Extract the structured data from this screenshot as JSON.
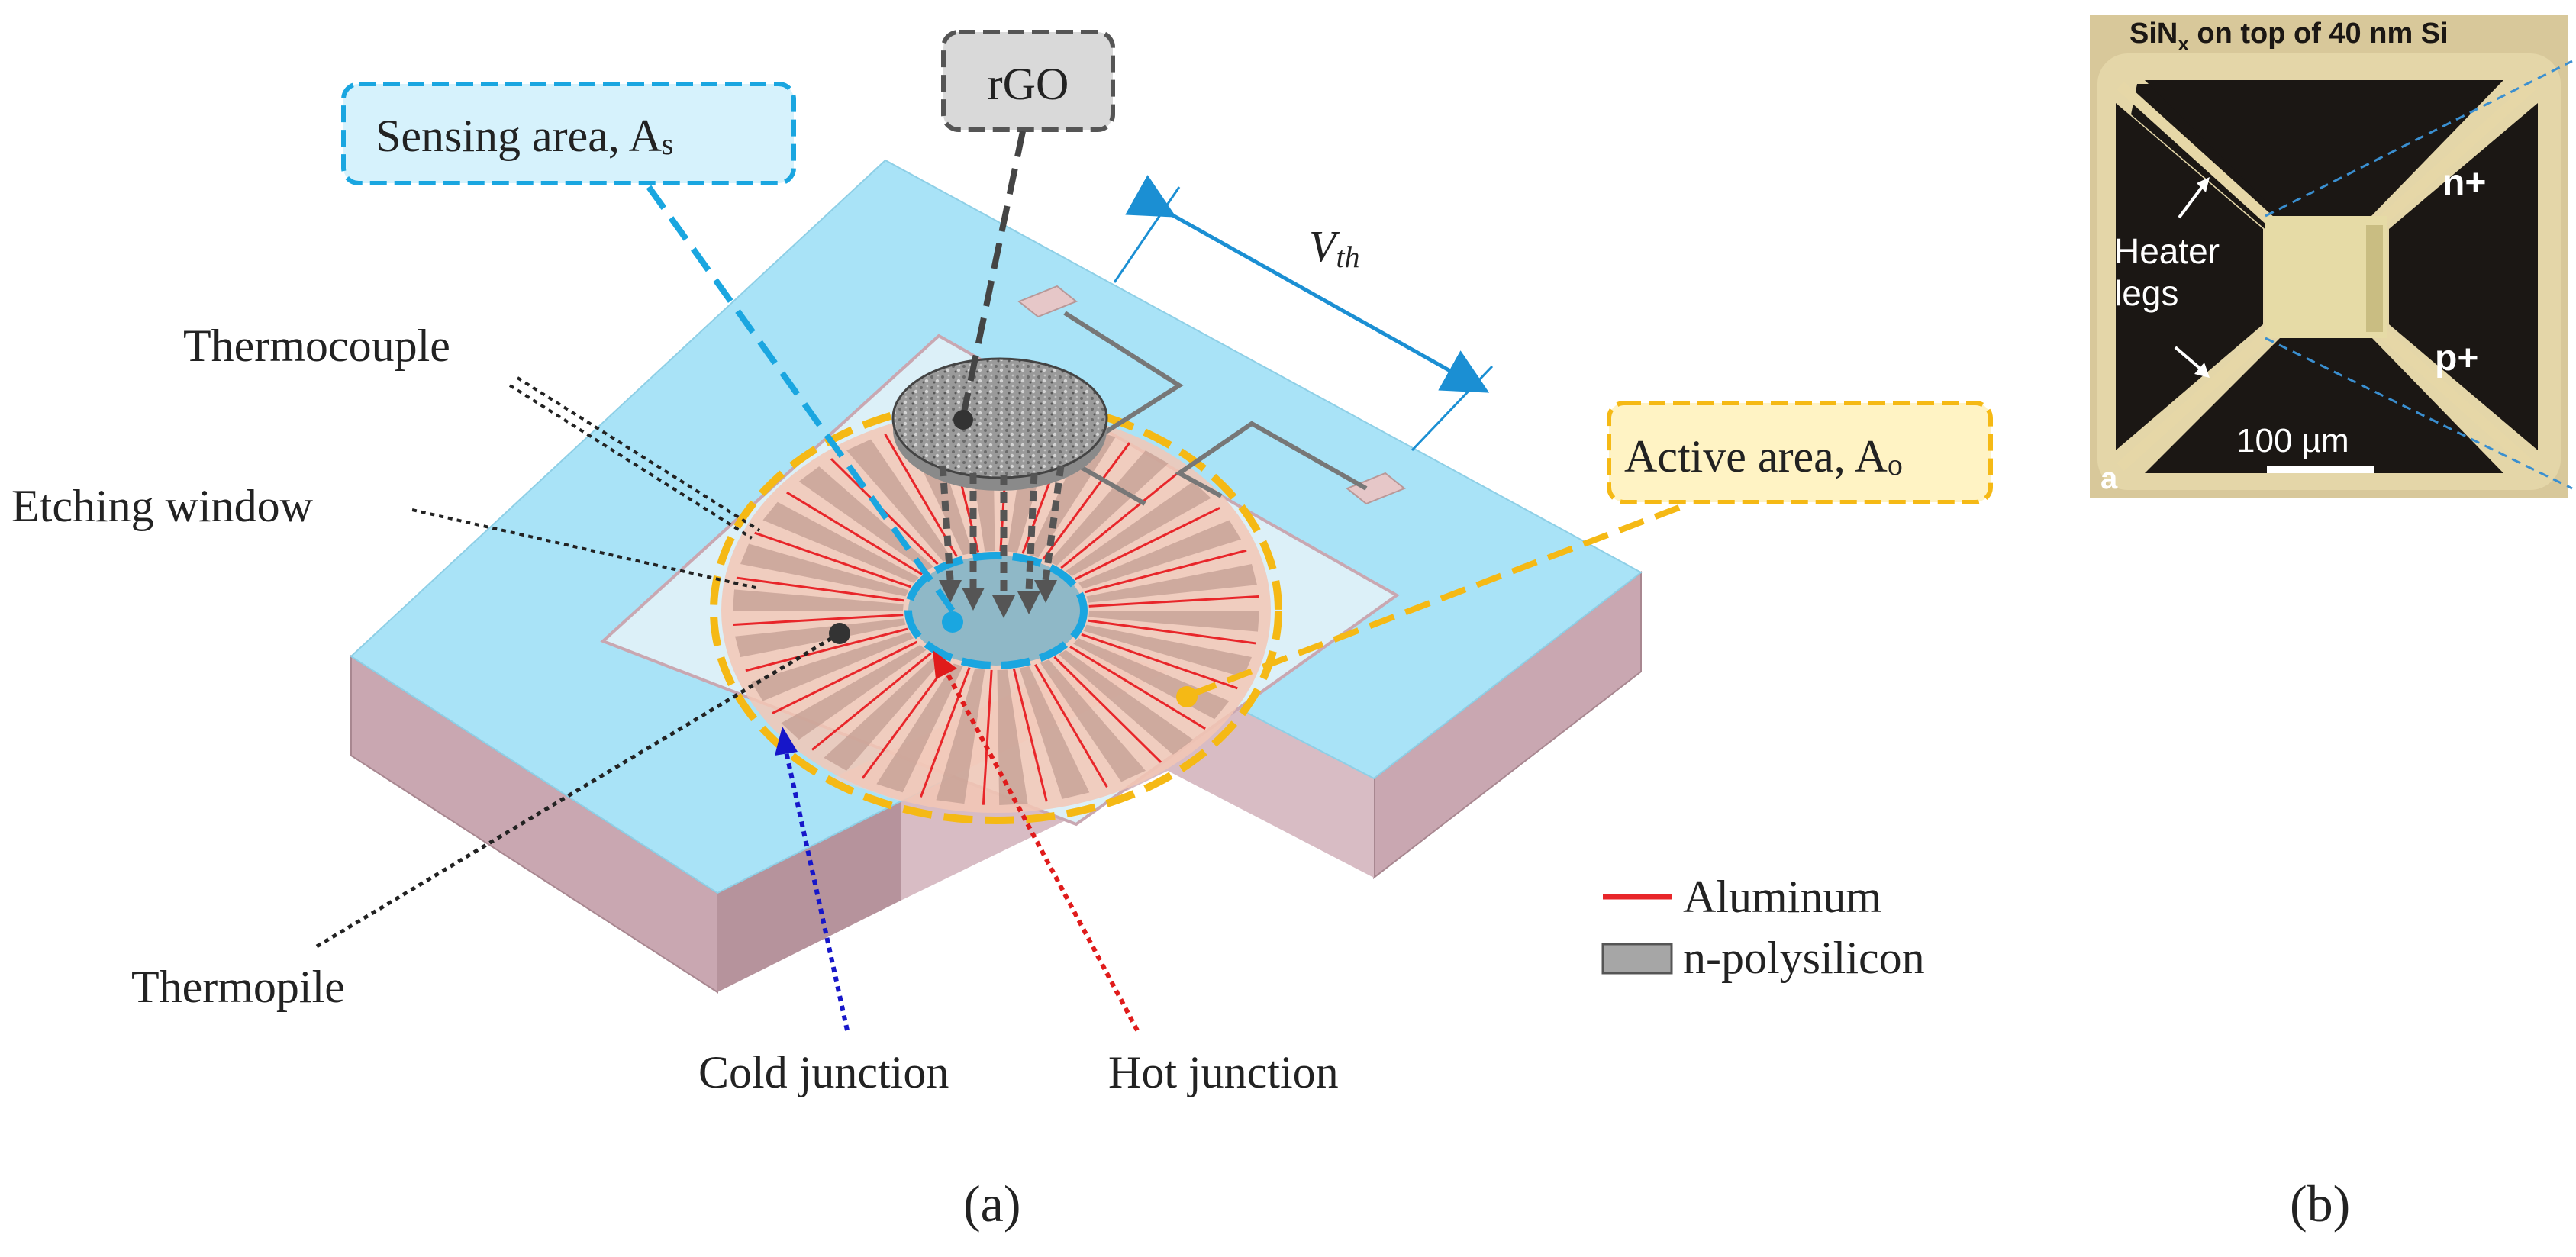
{
  "panel_a": {
    "sensing_area_label": "Sensing area, A",
    "sensing_area_sub": "s",
    "rgo_label": "rGO",
    "vth_label": "V",
    "vth_sub": "th",
    "thermocouple_label": "Thermocouple",
    "etching_window_label": "Etching window",
    "active_area_label": "Active area, A",
    "active_area_sub": "o",
    "thermopile_label": "Thermopile",
    "cold_junction_label": "Cold junction",
    "hot_junction_label": "Hot junction",
    "caption": "(a)"
  },
  "legend": {
    "items": [
      {
        "label": "Aluminum",
        "swatch": "line",
        "color": "#e8262a"
      },
      {
        "label": "n-polysilicon",
        "swatch": "box",
        "color": "#a6a6a6"
      }
    ]
  },
  "panel_b": {
    "micrograph_title": "SiN",
    "micrograph_title_sub": "x",
    "micrograph_title_rest": " on top of 40 nm Si",
    "n_plus_label": "n+",
    "p_plus_label": "p+",
    "heater_legs_line1": "Heater",
    "heater_legs_line2": "legs",
    "scale_bar_label": "100 µm",
    "corner_label": "a",
    "caption": "(b)"
  },
  "colors": {
    "substrate_top": "#a9e3f7",
    "substrate_side": "#c9a7b1",
    "membrane": "#dcf0f8",
    "active_area": "#f3c7b5",
    "sensing_blue": "#1aa6e0",
    "active_orange": "#f5b915",
    "aluminum_red": "#e8262a",
    "cold_junction_arrow": "#1616c9",
    "hot_junction_arrow": "#e01b1b"
  }
}
